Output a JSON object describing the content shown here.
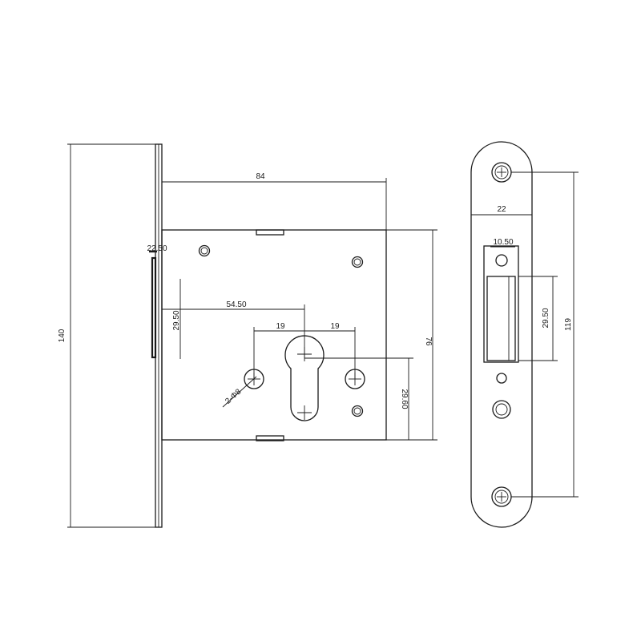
{
  "dimensions": {
    "front_height": "140",
    "body_width": "84",
    "faceplate_offset": "22.50",
    "backset": "54.50",
    "latch_offset": "29.50",
    "hole_left": "19",
    "hole_right": "19",
    "body_height": "76",
    "cylinder_height": "29.60",
    "screw_holes": "2-Φ8",
    "strike_width": "22",
    "strike_height": "119",
    "bolt_width": "10.50",
    "bolt_height": "29.50"
  }
}
